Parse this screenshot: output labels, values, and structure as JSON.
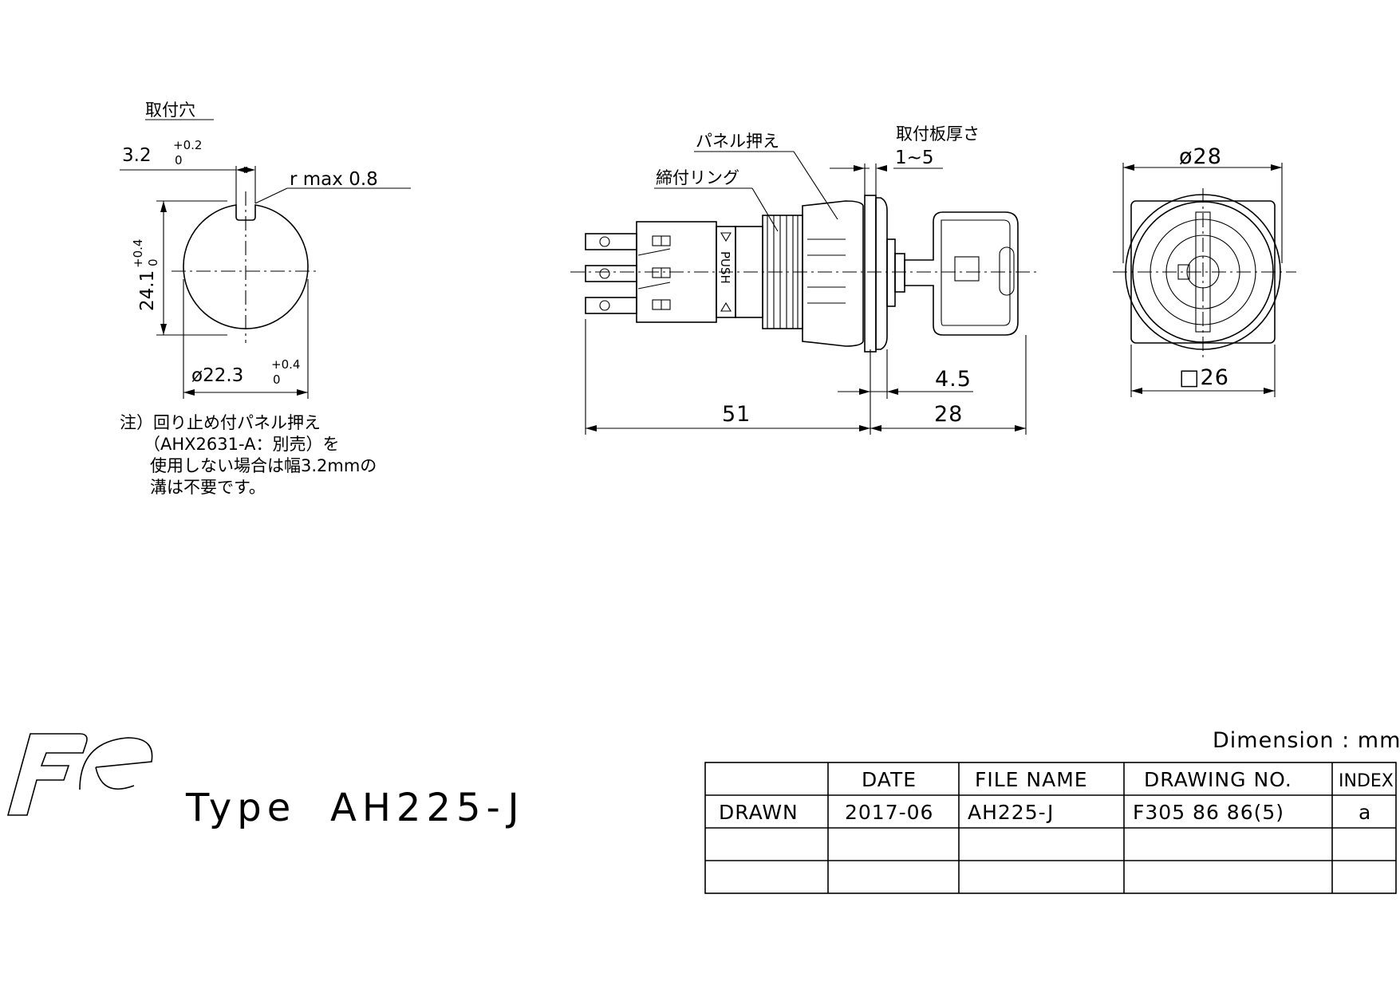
{
  "mounting_hole": {
    "title": "取付穴",
    "slot_width": "3.2",
    "slot_tol_upper": "+0.2",
    "slot_tol_lower": "0",
    "corner_radius": "r max 0.8",
    "height": "24.1",
    "height_tol_upper": "+0.4",
    "height_tol_lower": "0",
    "diameter": "ø22.3",
    "diameter_tol_upper": "+0.4",
    "diameter_tol_lower": "0"
  },
  "note": {
    "line1": "注）回り止め付パネル押え",
    "line2": "（AHX2631-A：別売）を",
    "line3": "使用しない場合は幅3.2mmの",
    "line4": "溝は不要です。"
  },
  "side_view": {
    "label_panel_presser": "パネル押え",
    "label_lock_ring": "締付リング",
    "label_panel_thickness": "取付板厚さ",
    "panel_thickness_range": "1~5",
    "push_label": "PUSH",
    "dim_body": "51",
    "dim_key": "28",
    "dim_offset": "4.5"
  },
  "front_view": {
    "dim_diameter": "ø28",
    "dim_square": "□26"
  },
  "title_block": {
    "logo": "Fe",
    "type_label": "Type",
    "model": "AH225-J",
    "dimension_unit": "Dimension : mm",
    "headers": [
      "",
      "DATE",
      "FILE NAME",
      "DRAWING NO.",
      "INDEX"
    ],
    "row_label": "DRAWN",
    "date": "2017-06",
    "file_name": "AH225-J",
    "drawing_no": "F305 86 86(5)",
    "index": "a"
  }
}
